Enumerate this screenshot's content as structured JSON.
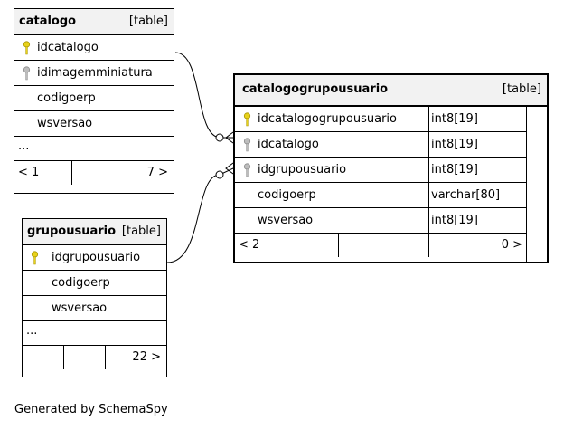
{
  "tables": {
    "catalogo": {
      "name": "catalogo",
      "tag": "[table]",
      "columns": [
        {
          "name": "idcatalogo",
          "key": "primary"
        },
        {
          "name": "idimagemminiatura",
          "key": "foreign"
        },
        {
          "name": "codigoerp",
          "key": "none"
        },
        {
          "name": "wsversao",
          "key": "none"
        }
      ],
      "more": "...",
      "nav_left": "< 1",
      "nav_right": "7 >"
    },
    "grupousuario": {
      "name": "grupousuario",
      "tag": "[table]",
      "columns": [
        {
          "name": "idgrupousuario",
          "key": "primary"
        },
        {
          "name": "codigoerp",
          "key": "none"
        },
        {
          "name": "wsversao",
          "key": "none"
        }
      ],
      "more": "...",
      "nav_left": "",
      "nav_right": "22 >"
    },
    "catalogogrupousuario": {
      "name": "catalogogrupousuario",
      "tag": "[table]",
      "columns": [
        {
          "name": "idcatalogogrupousuario",
          "type": "int8[19]",
          "key": "primary"
        },
        {
          "name": "idcatalogo",
          "type": "int8[19]",
          "key": "foreign"
        },
        {
          "name": "idgrupousuario",
          "type": "int8[19]",
          "key": "foreign"
        },
        {
          "name": "codigoerp",
          "type": "varchar[80]",
          "key": "none"
        },
        {
          "name": "wsversao",
          "type": "int8[19]",
          "key": "none"
        }
      ],
      "nav_left": "< 2",
      "nav_right": "0 >"
    }
  },
  "colors": {
    "primary_key": "#e8d21a",
    "foreign_key": "#a8a8a8",
    "header_bg": "#f2f2f2"
  },
  "footer": "Generated by SchemaSpy"
}
